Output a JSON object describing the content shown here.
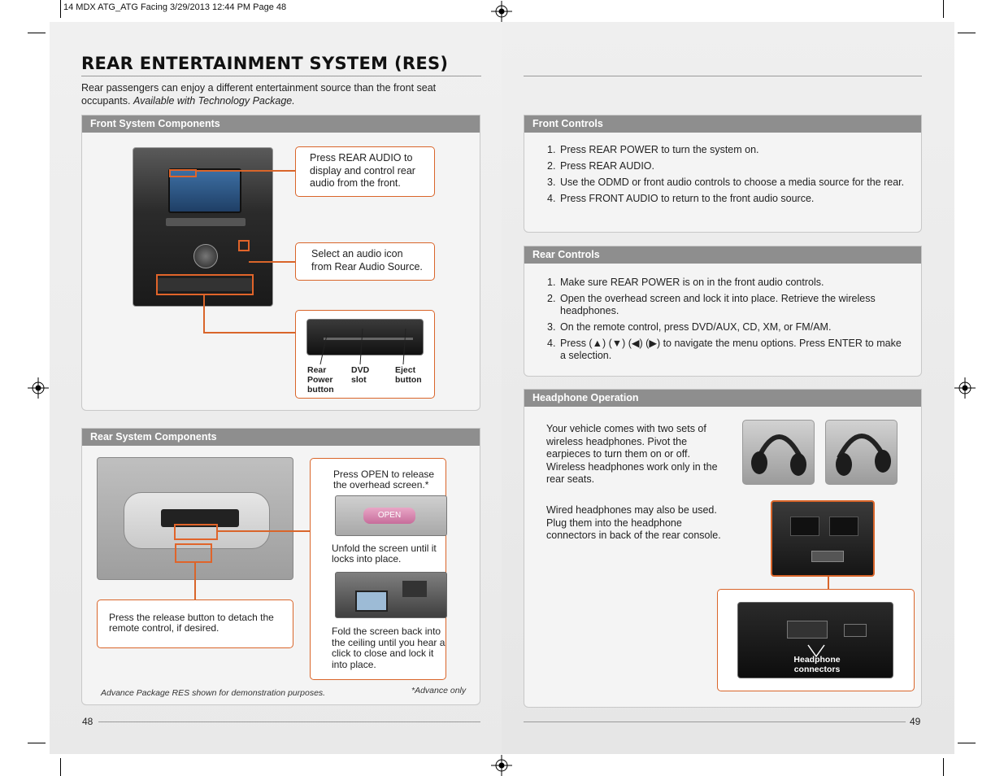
{
  "slug": "14 MDX ATG_ATG Facing  3/29/2013  12:44 PM  Page 48",
  "left_page": {
    "title": "REAR ENTERTAINMENT SYSTEM (RES)",
    "intro_text": "Rear passengers can enjoy a different entertainment source than the front seat occupants.",
    "intro_italic": "Available with Technology Package.",
    "front_components": {
      "heading": "Front System Components",
      "callout_rear_audio": "Press REAR AUDIO to display and control rear audio from the front.",
      "callout_select_icon": "Select an audio icon from Rear Audio Source.",
      "labels": {
        "rear_power": "Rear Power button",
        "dvd_slot": "DVD slot",
        "eject": "Eject button"
      }
    },
    "rear_components": {
      "heading": "Rear System Components",
      "callout_open": "Press OPEN to release the overhead screen.*",
      "callout_unfold": "Unfold the screen until it locks into place.",
      "callout_fold": "Fold the screen back into the ceiling until you hear a click to close and lock it into place.",
      "callout_release": "Press the release button to detach the remote control, if desired.",
      "open_button_text": "OPEN",
      "footnote_left": "Advance Package RES shown for demonstration purposes.",
      "footnote_right": "*Advance only"
    },
    "page_number": "48"
  },
  "right_page": {
    "front_controls": {
      "heading": "Front Controls",
      "steps": [
        {
          "num": "1.",
          "text": "Press REAR POWER to turn the system on."
        },
        {
          "num": "2.",
          "text": "Press REAR AUDIO."
        },
        {
          "num": "3.",
          "text": "Use the ODMD or front audio controls to choose a media source for the rear."
        },
        {
          "num": "4.",
          "text": "Press FRONT AUDIO to return to the front audio source."
        }
      ]
    },
    "rear_controls": {
      "heading": "Rear Controls",
      "steps": [
        {
          "num": "1.",
          "text": "Make sure REAR POWER is on in the front audio controls."
        },
        {
          "num": "2.",
          "text": "Open the overhead screen and lock it into place. Retrieve the wireless headphones."
        },
        {
          "num": "3.",
          "text": "On the remote control, press DVD/AUX, CD, XM, or FM/AM."
        },
        {
          "num": "4.",
          "text": "Press (▲) (▼) (◀) (▶) to navigate the menu options. Press ENTER to make a selection."
        }
      ]
    },
    "headphone": {
      "heading": "Headphone Operation",
      "wireless_text": "Your vehicle comes with two sets of wireless headphones. Pivot the earpieces to turn them on or off. Wireless headphones work only in the rear seats.",
      "wired_text": "Wired headphones may also be used. Plug them into the headphone connectors in back of the rear console.",
      "connector_label": "Headphone connectors"
    },
    "page_number": "49"
  },
  "colors": {
    "accent": "#d9652a",
    "panel_header": "#8e8e8e"
  }
}
